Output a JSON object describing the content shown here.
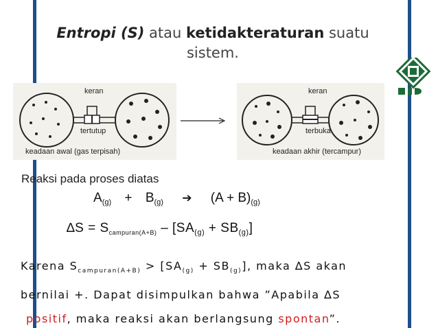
{
  "title": {
    "term_italic": "Entropi (S)",
    "connector": "atau",
    "term_bold": "ketidakteraturan",
    "rest_line1": "suatu",
    "line2": "sistem."
  },
  "figure": {
    "left": {
      "valve_label": "keran",
      "valve_state": "tertutup",
      "caption": "keadaan awal  (gas terpisah)"
    },
    "right": {
      "valve_label": "keran",
      "valve_state": "terbuka",
      "caption": "keadaan akhir (tercampur)"
    }
  },
  "section_label": "Reaksi pada proses diatas",
  "reaction": {
    "a": "A",
    "plus": "+",
    "b": "B",
    "product": "(A + B)",
    "phase": "(g)"
  },
  "entropy_equation": {
    "lhs": "∆S = S",
    "lhs_sub": "campuran(A+B)",
    "rhs_open": "– [SA",
    "rhs_mid": "+ SB",
    "rhs_close": "]",
    "phase": "(g)"
  },
  "conclusion": {
    "l1_a": "Karena S",
    "l1_sub": "campuran(A+B)",
    "l1_b": "> [SA",
    "l1_c": "+ SB",
    "l1_d": "], maka ∆S akan",
    "phase": "(g)",
    "line2": "bernilai +. Dapat disimpulkan bahwa ”Apabila ∆S",
    "positif": "positif",
    "l3_mid": ", maka reaksi akan berlangsung",
    "spontan": "spontan",
    "l3_end": "”."
  },
  "colors": {
    "accent_bar": "#1e4e8c",
    "highlight": "#d11c1c"
  }
}
